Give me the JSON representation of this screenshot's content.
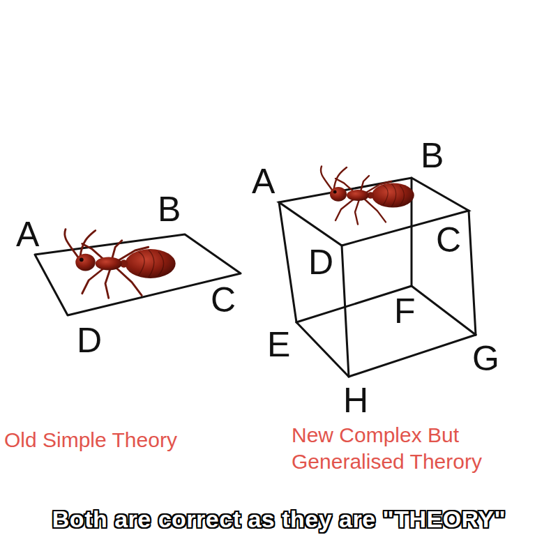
{
  "diagram": {
    "caption": "Both are correct as they are \"THEORY\"",
    "labels": [
      "A",
      "B",
      "C",
      "D",
      "Old Simple Theory",
      "A",
      "B",
      "C",
      "D",
      "E",
      "F",
      "G",
      "H",
      "New Complex But Generalised Therory"
    ]
  }
}
